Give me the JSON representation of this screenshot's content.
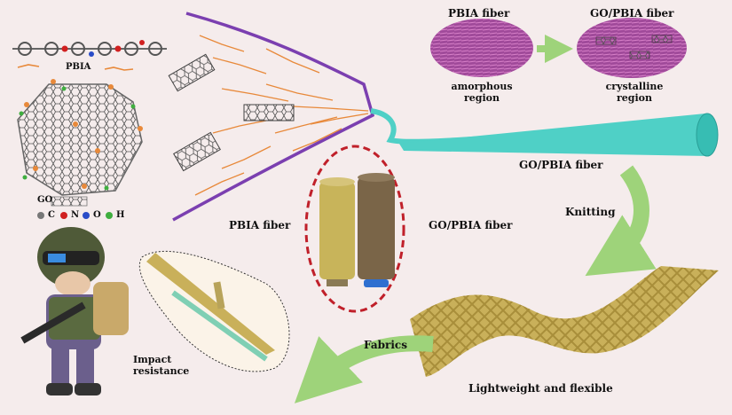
{
  "colors": {
    "background": "#f5ecec",
    "funnel_outline": "#7b3fb0",
    "fiber_cyan": "#4fd0c6",
    "arrow_green": "#9ed37a",
    "dashed_red": "#c0202a",
    "pbia_orange": "#e8893a",
    "purple_fiber": "#a04a9a",
    "yarn_gold": "#c8b45a",
    "yarn_brown": "#7a6548",
    "fabric_gold": "#c9b05a"
  },
  "labels": {
    "pbia_molecule": "PBIA",
    "go_molecule": "GO",
    "legend_c": "C",
    "legend_n": "N",
    "legend_o": "O",
    "legend_h": "H",
    "pbia_fiber_top": "PBIA fiber",
    "go_pbia_fiber_top": "GO/PBIA fiber",
    "amorphous": "amorphous",
    "amorphous_2": "region",
    "crystalline": "crystalline",
    "crystalline_2": "region",
    "go_pbia_fiber_mid": "GO/PBIA fiber",
    "knitting": "Knitting",
    "pbia_fiber_yarn": "PBIA fiber",
    "go_pbia_fiber_yarn": "GO/PBIA fiber",
    "fabrics": "Fabrics",
    "impact": "Impact",
    "resistance": "resistance",
    "lightweight": "Lightweight and flexible"
  }
}
